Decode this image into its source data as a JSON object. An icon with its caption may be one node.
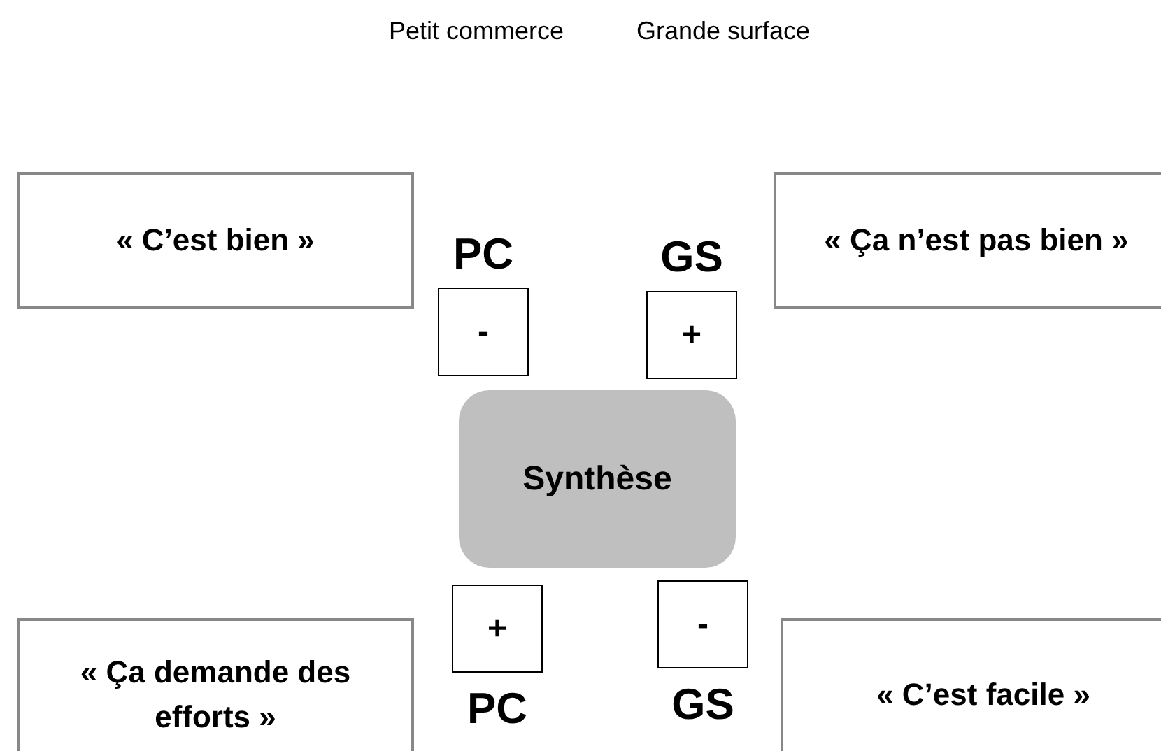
{
  "diagram": {
    "nodes": [
      {
        "text": [
          "« C’est bien »"
        ]
      },
      {
        "text": [
          "PC",
          "-"
        ]
      },
      {
        "text": [
          "GS",
          "+"
        ]
      },
      {
        "text": [
          "« Ça n’est pas bien »"
        ]
      },
      {
        "text": [
          "Synthèse"
        ]
      },
      {
        "text": [
          "« Ça demande des efforts »"
        ]
      },
      {
        "text": [
          "+",
          "PC"
        ]
      },
      {
        "text": [
          "-",
          "GS"
        ]
      },
      {
        "text": [
          "« C’est facile »"
        ]
      }
    ],
    "labels": [
      "Petit commerce",
      "Grande surface"
    ]
  }
}
